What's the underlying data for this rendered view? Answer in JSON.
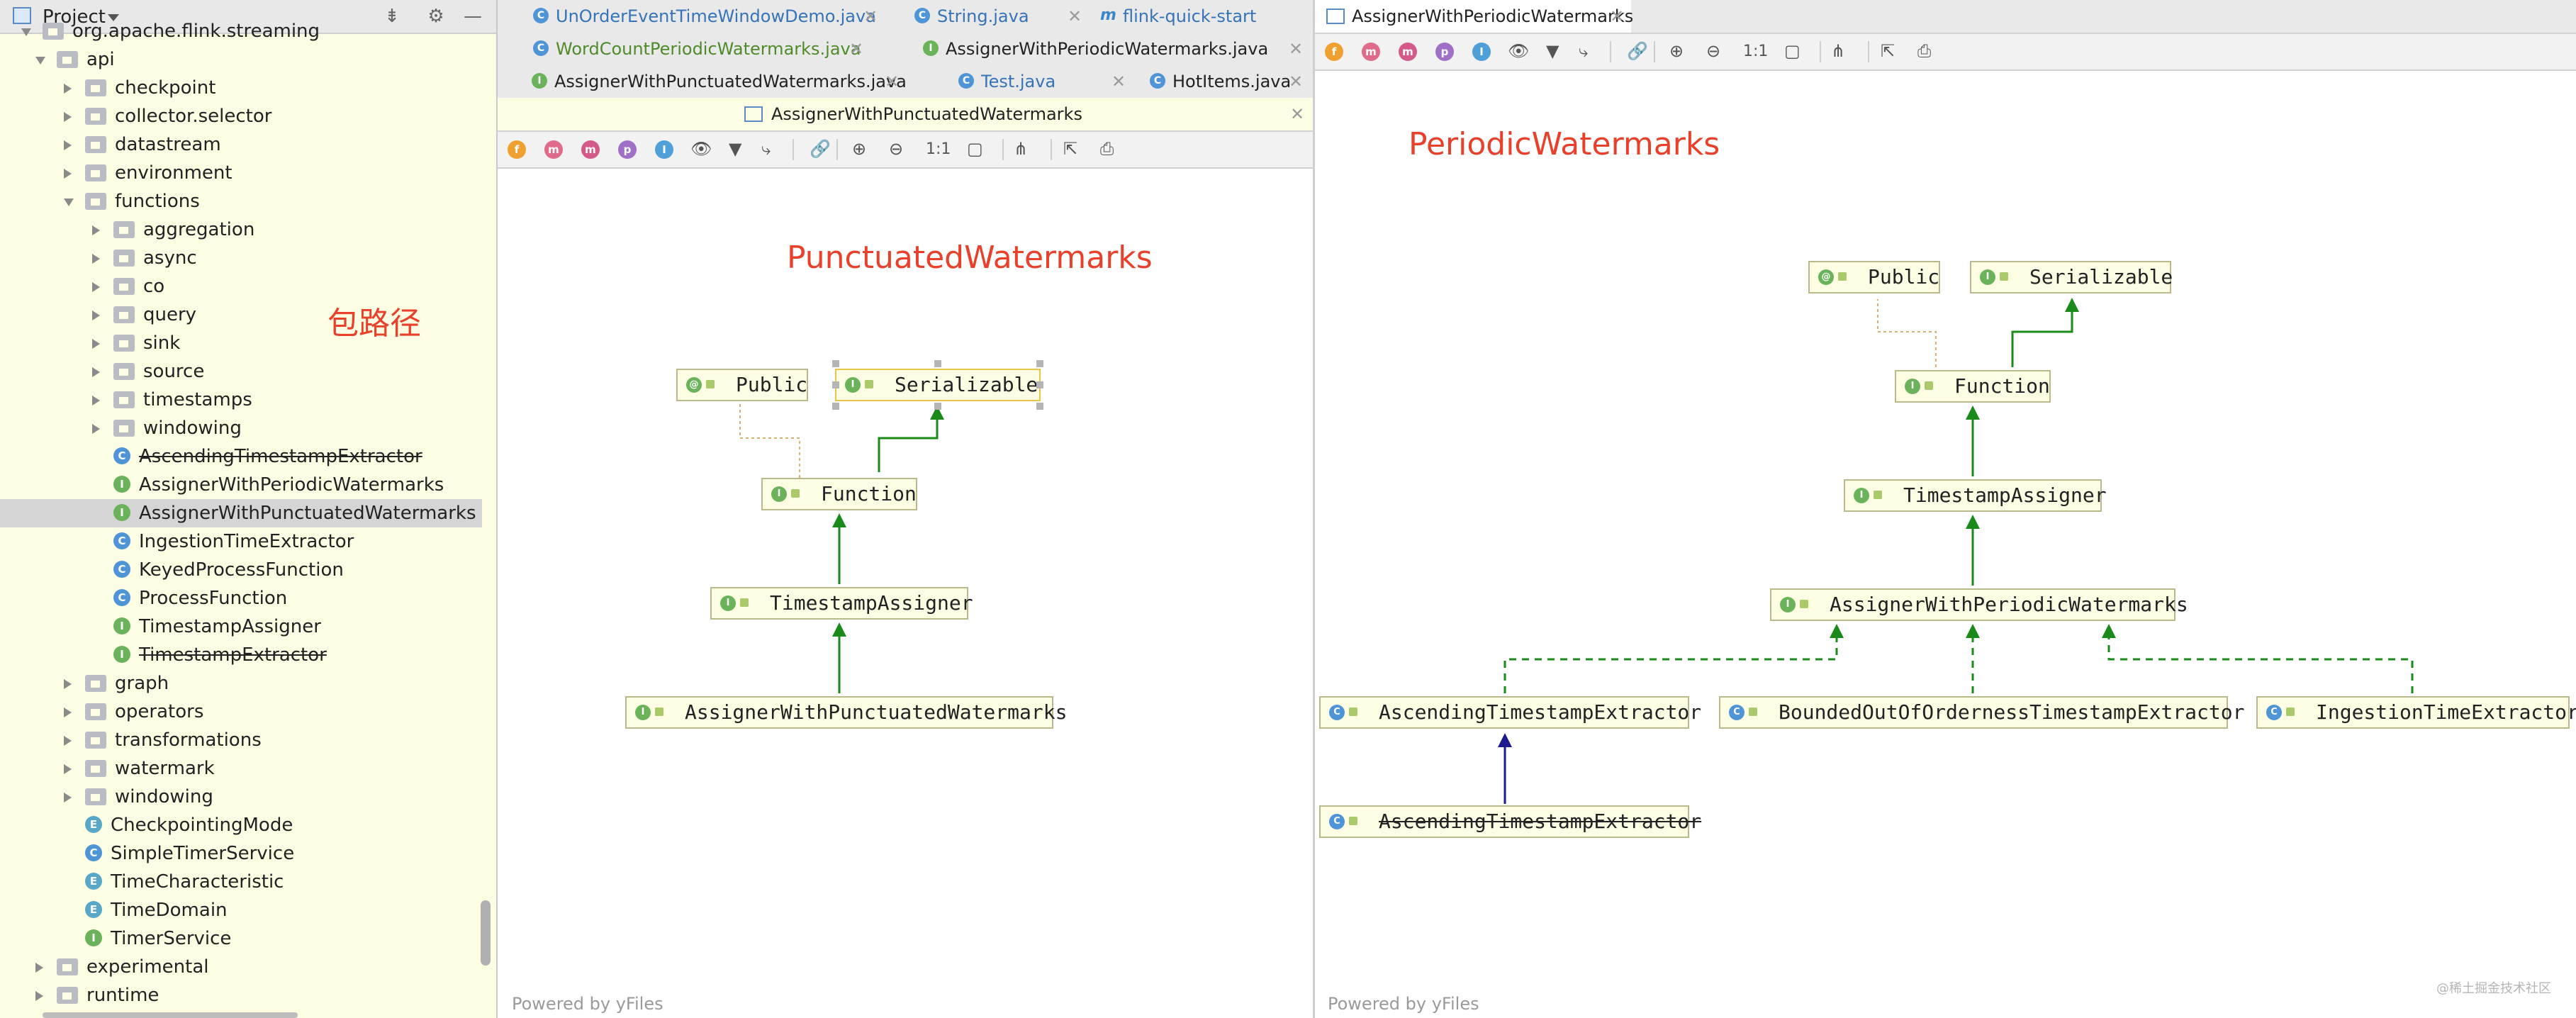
{
  "project": {
    "title": "Project",
    "rows": [
      {
        "label": "org.apache.flink.streaming",
        "indent": 60,
        "kind": "folder",
        "arrow": "d"
      },
      {
        "label": "api",
        "indent": 80,
        "kind": "folder",
        "arrow": "d"
      },
      {
        "label": "checkpoint",
        "indent": 120,
        "kind": "folder",
        "arrow": "r"
      },
      {
        "label": "collector.selector",
        "indent": 120,
        "kind": "folder",
        "arrow": "r"
      },
      {
        "label": "datastream",
        "indent": 120,
        "kind": "folder",
        "arrow": "r"
      },
      {
        "label": "environment",
        "indent": 120,
        "kind": "folder",
        "arrow": "r"
      },
      {
        "label": "functions",
        "indent": 120,
        "kind": "folder",
        "arrow": "d"
      },
      {
        "label": "aggregation",
        "indent": 160,
        "kind": "folder",
        "arrow": "r"
      },
      {
        "label": "async",
        "indent": 160,
        "kind": "folder",
        "arrow": "r"
      },
      {
        "label": "co",
        "indent": 160,
        "kind": "folder",
        "arrow": "r"
      },
      {
        "label": "query",
        "indent": 160,
        "kind": "folder",
        "arrow": "r"
      },
      {
        "label": "sink",
        "indent": 160,
        "kind": "folder",
        "arrow": "r"
      },
      {
        "label": "source",
        "indent": 160,
        "kind": "folder",
        "arrow": "r"
      },
      {
        "label": "timestamps",
        "indent": 160,
        "kind": "folder",
        "arrow": "r"
      },
      {
        "label": "windowing",
        "indent": 160,
        "kind": "folder",
        "arrow": "r"
      },
      {
        "label": "AscendingTimestampExtractor",
        "indent": 160,
        "kind": "C",
        "strike": true
      },
      {
        "label": "AssignerWithPeriodicWatermarks",
        "indent": 160,
        "kind": "I"
      },
      {
        "label": "AssignerWithPunctuatedWatermarks",
        "indent": 160,
        "kind": "I",
        "selected": true
      },
      {
        "label": "IngestionTimeExtractor",
        "indent": 160,
        "kind": "C"
      },
      {
        "label": "KeyedProcessFunction",
        "indent": 160,
        "kind": "C"
      },
      {
        "label": "ProcessFunction",
        "indent": 160,
        "kind": "C"
      },
      {
        "label": "TimestampAssigner",
        "indent": 160,
        "kind": "I"
      },
      {
        "label": "TimestampExtractor",
        "indent": 160,
        "kind": "I",
        "strike": true
      },
      {
        "label": "graph",
        "indent": 120,
        "kind": "folder",
        "arrow": "r"
      },
      {
        "label": "operators",
        "indent": 120,
        "kind": "folder",
        "arrow": "r"
      },
      {
        "label": "transformations",
        "indent": 120,
        "kind": "folder",
        "arrow": "r"
      },
      {
        "label": "watermark",
        "indent": 120,
        "kind": "folder",
        "arrow": "r"
      },
      {
        "label": "windowing",
        "indent": 120,
        "kind": "folder",
        "arrow": "r"
      },
      {
        "label": "CheckpointingMode",
        "indent": 120,
        "kind": "E"
      },
      {
        "label": "SimpleTimerService",
        "indent": 120,
        "kind": "C"
      },
      {
        "label": "TimeCharacteristic",
        "indent": 120,
        "kind": "E"
      },
      {
        "label": "TimeDomain",
        "indent": 120,
        "kind": "E"
      },
      {
        "label": "TimerService",
        "indent": 120,
        "kind": "I"
      },
      {
        "label": "experimental",
        "indent": 80,
        "kind": "folder",
        "arrow": "r"
      },
      {
        "label": "runtime",
        "indent": 80,
        "kind": "folder",
        "arrow": "r"
      }
    ],
    "annotation": "包路径"
  },
  "left_tabs": {
    "row1": [
      {
        "label": "UnOrderEventTimeWindowDemo.java",
        "badge": "C",
        "color": "blue"
      },
      {
        "label": "String.java",
        "badge": "C",
        "color": "blue"
      },
      {
        "label": "flink-quick-start",
        "badge": "m",
        "color": "blue"
      }
    ],
    "row2": [
      {
        "label": "WordCountPeriodicWatermarks.java",
        "badge": "C",
        "color": "green"
      },
      {
        "label": "AssignerWithPeriodicWatermarks.java",
        "badge": "I",
        "color": "dark"
      }
    ],
    "row3": [
      {
        "label": "AssignerWithPunctuatedWatermarks.java",
        "badge": "I",
        "color": "dark"
      },
      {
        "label": "Test.java",
        "badge": "C",
        "color": "blue"
      },
      {
        "label": "HotItems.java",
        "badge": "C",
        "color": "dark"
      }
    ],
    "active_diagram": "AssignerWithPunctuatedWatermarks"
  },
  "right_tab": {
    "label": "AssignerWithPeriodicWatermarks"
  },
  "toolbar": {
    "fields": "f",
    "constructors": "m",
    "methods": "m",
    "properties": "p",
    "inner": "I",
    "actual_size": "1:1"
  },
  "left_diagram": {
    "annotation": "PunctuatedWatermarks",
    "nodes": [
      {
        "id": "public",
        "label": "Public",
        "badge": "@"
      },
      {
        "id": "serializable",
        "label": "Serializable",
        "badge": "I"
      },
      {
        "id": "function",
        "label": "Function",
        "badge": "I"
      },
      {
        "id": "timestampassigner",
        "label": "TimestampAssigner",
        "badge": "I"
      },
      {
        "id": "punctuated",
        "label": "AssignerWithPunctuatedWatermarks",
        "badge": "I"
      }
    ],
    "powered": "Powered by yFiles"
  },
  "right_diagram": {
    "annotation": "PeriodicWatermarks",
    "nodes": [
      {
        "id": "public",
        "label": "Public",
        "badge": "@"
      },
      {
        "id": "serializable",
        "label": "Serializable",
        "badge": "I"
      },
      {
        "id": "function",
        "label": "Function",
        "badge": "I"
      },
      {
        "id": "timestampassigner",
        "label": "TimestampAssigner",
        "badge": "I"
      },
      {
        "id": "periodic",
        "label": "AssignerWithPeriodicWatermarks",
        "badge": "I"
      },
      {
        "id": "ascending",
        "label": "AscendingTimestampExtractor",
        "badge": "C"
      },
      {
        "id": "bounded",
        "label": "BoundedOutOfOrdernessTimestampExtractor",
        "badge": "C"
      },
      {
        "id": "ingestion",
        "label": "IngestionTimeExtractor",
        "badge": "C"
      },
      {
        "id": "ascending_old",
        "label": "AscendingTimestampExtractor",
        "badge": "C",
        "strike": true
      }
    ],
    "powered": "Powered by yFiles",
    "watermark": "@稀土掘金技术社区"
  },
  "colors": {
    "accent_red": "#e8402a",
    "inherit_green": "#1a8a1a",
    "class_blue": "#1c1c8e",
    "dependency": "#d6b27a"
  }
}
